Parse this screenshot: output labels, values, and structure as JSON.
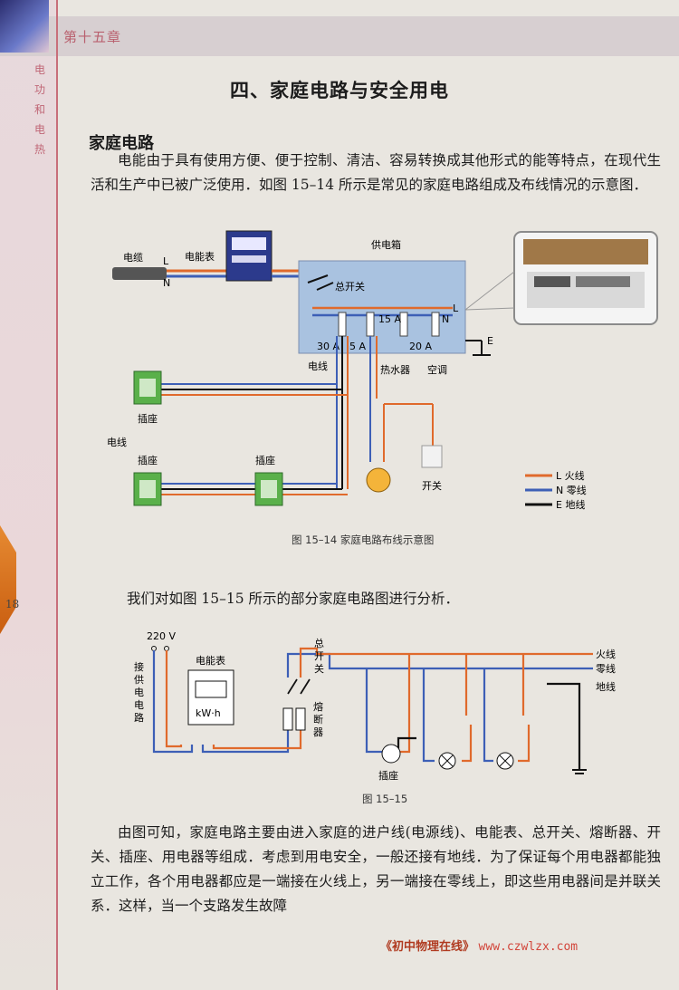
{
  "header": {
    "chapter": "第十五章",
    "side_label": [
      "电",
      "功",
      "和",
      "电",
      "热"
    ],
    "page_number": "18"
  },
  "title": "四、家庭电路与安全用电",
  "section_title": "家庭电路",
  "paragraphs": {
    "p1": "电能由于具有使用方便、便于控制、清洁、容易转换成其他形式的能等特点，在现代生活和生产中已被广泛使用．如图 15–14 所示是常见的家庭电路组成及布线情况的示意图．",
    "p2": "我们对如图 15–15 所示的部分家庭电路图进行分析．",
    "p3": "由图可知，家庭电路主要由进入家庭的进户线(电源线)、电能表、总开关、熔断器、开关、插座、用电器等组成．考虑到用电安全，一般还接有地线．为了保证每个用电器都能独立工作，各个用电器都应是一端接在火线上，另一端接在零线上，即这些用电器间是并联关系．这样，当一个支路发生故障"
  },
  "figure1": {
    "caption": "图 15–14   家庭电路布线示意图",
    "labels": {
      "cable": "电缆",
      "L": "L",
      "N": "N",
      "meter": "电能表",
      "box": "供电箱",
      "main_switch": "总开关",
      "wire1": "电线",
      "wire2": "电线",
      "socket1": "插座",
      "socket2": "插座",
      "socket3": "插座",
      "heater": "热水器",
      "ac": "空调",
      "switch": "开关",
      "E": "E",
      "box_L": "L",
      "box_N": "N",
      "a30": "30 A",
      "a5": "5 A",
      "a15": "15 A",
      "a20": "20 A"
    },
    "legend": [
      {
        "label": "L 火线",
        "color": "#e06a2c"
      },
      {
        "label": "N 零线",
        "color": "#3d5fb6"
      },
      {
        "label": "E 地线",
        "color": "#111111"
      }
    ]
  },
  "figure2": {
    "caption": "图 15–15",
    "labels": {
      "voltage": "220 V",
      "supply": [
        "接",
        "供",
        "电",
        "电",
        "路"
      ],
      "meter": "电能表",
      "kwh": "kW·h",
      "main_switch": [
        "总",
        "开",
        "关"
      ],
      "fuse": [
        "熔",
        "断",
        "器"
      ],
      "socket": "插座",
      "live": "火线",
      "neutral": "零线",
      "ground": "地线"
    }
  },
  "footer": {
    "text": "《初中物理在线》",
    "url": "www.czwlzx.com"
  }
}
